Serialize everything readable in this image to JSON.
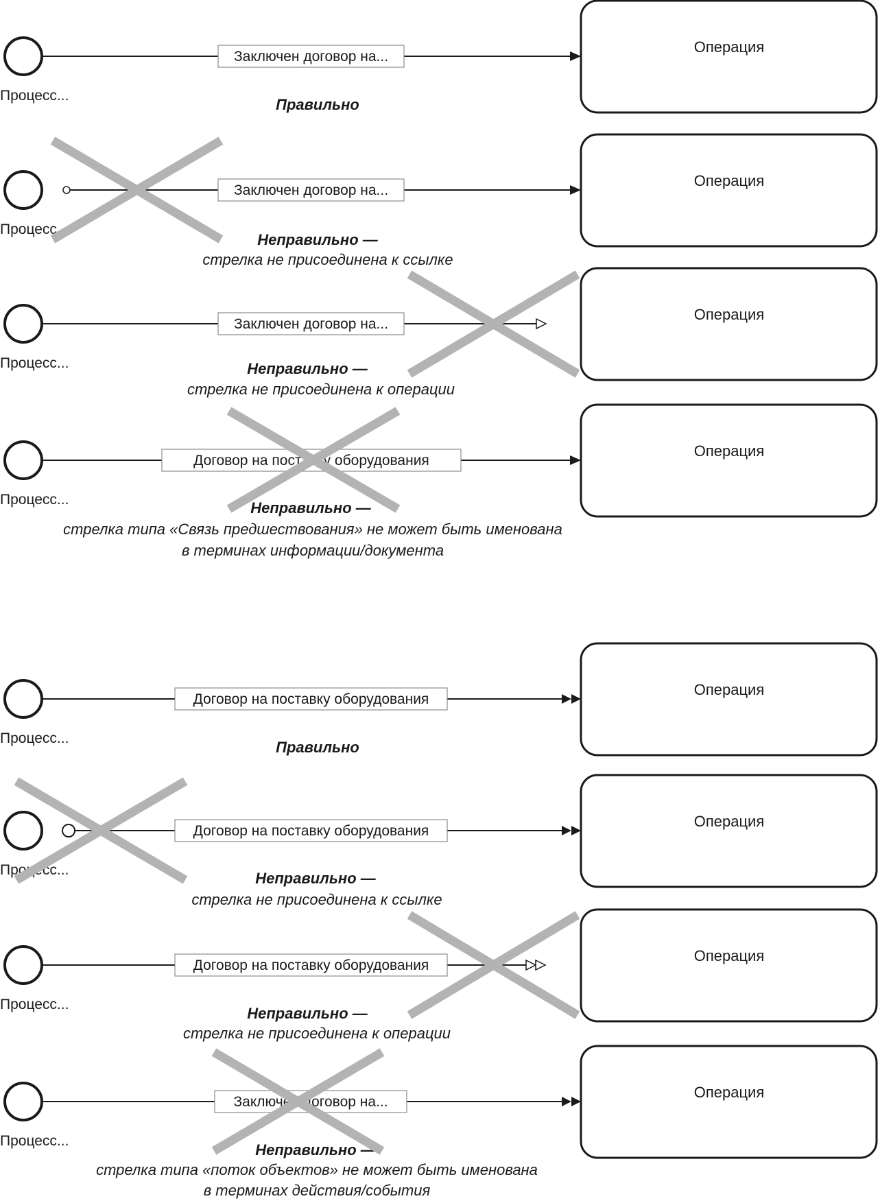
{
  "diagrams": [
    {
      "process": "Процесс...",
      "link": "Заключен договор на...",
      "operation": "Операция",
      "verdict": "Правильно",
      "explanation": []
    },
    {
      "process": "Процесс",
      "link": "Заключен договор на...",
      "operation": "Операция",
      "verdict": "Неправильно —",
      "explanation": [
        "стрелка не присоединена к ссылке"
      ]
    },
    {
      "process": "Процесс...",
      "link": "Заключен договор на...",
      "operation": "Операция",
      "verdict": "Неправильно —",
      "explanation": [
        "стрелка не присоединена к операции"
      ]
    },
    {
      "process": "Процесс...",
      "link": "Договор на поставку оборудования",
      "operation": "Операция",
      "verdict": "Неправильно —",
      "explanation": [
        "стрелка типа «Связь предшествования» не может быть именована",
        "в терминах информации/документа"
      ]
    },
    {
      "process": "Процесс...",
      "link": "Договор на поставку оборудования",
      "operation": "Операция",
      "verdict": "Правильно",
      "explanation": []
    },
    {
      "process": "Процесс...",
      "link": "Договор на поставку оборудования",
      "operation": "Операция",
      "verdict": "Неправильно —",
      "explanation": [
        "стрелка не присоединена к ссылке"
      ]
    },
    {
      "process": "Процесс...",
      "link": "Договор на поставку оборудования",
      "operation": "Операция",
      "verdict": "Неправильно —",
      "explanation": [
        "стрелка не присоединена к операции"
      ]
    },
    {
      "process": "Процесс...",
      "link": "Заключен договор на...",
      "operation": "Операция",
      "verdict": "Неправильно —",
      "explanation": [
        "стрелка типа «поток объектов» не может быть именована",
        "в терминах действия/события"
      ]
    }
  ],
  "colors": {
    "line": "#1a1a1a",
    "cross": "#b3b3b3",
    "box_border": "#1a1a1a",
    "label_border": "#8c8c8c"
  }
}
